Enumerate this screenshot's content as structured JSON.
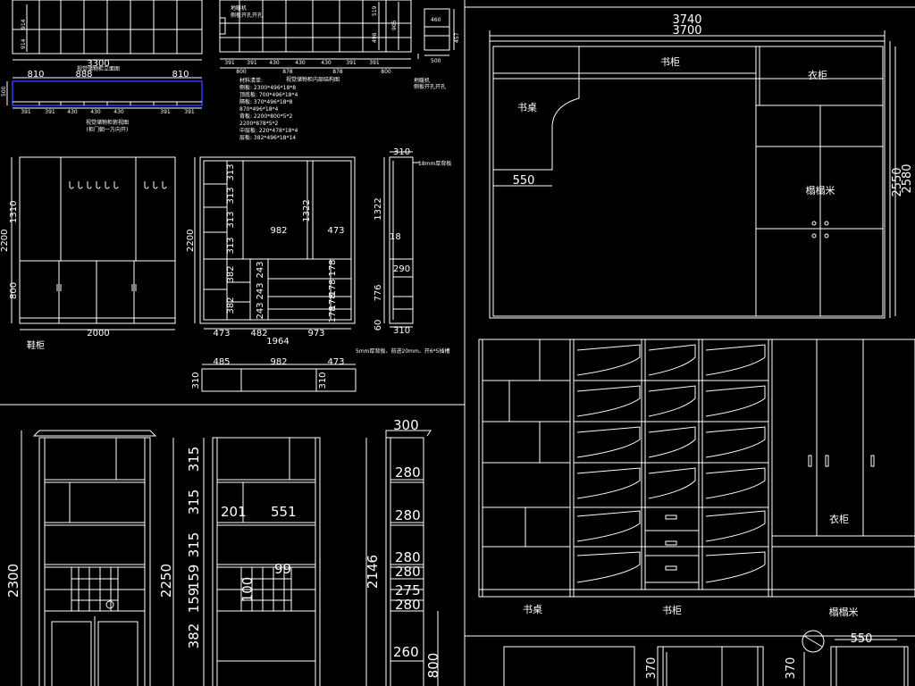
{
  "top_left": {
    "front_dims": [
      "914",
      "914"
    ],
    "total_width": "3300",
    "front_caption": "视觉储物柜立面图",
    "plan_dims_top": [
      "810",
      "888",
      "810"
    ],
    "plan_depth": "500",
    "plan_dims_bottom": [
      "391",
      "391",
      "430",
      "430",
      "430",
      "391",
      "391"
    ],
    "plan_caption": "视觉储物柜俯视图",
    "plan_caption_note": "(柜门朝一方向开)"
  },
  "top_middle": {
    "note_top": "地暖机",
    "note_top2": "侧板开孔开孔",
    "right_dims": [
      "519",
      "498",
      "905"
    ],
    "bottom_dims": [
      "391",
      "391",
      "430",
      "430",
      "430",
      "391",
      "391"
    ],
    "bottom_dims2": [
      "800",
      "878",
      "878",
      "800"
    ],
    "caption": "视觉储物柜内部结构图",
    "material_lines": [
      "材料清单:",
      "侧板: 2300*496*18*8",
      "顶底板: 700*496*18*4",
      "隔板: 370*496*18*8",
      "     870*496*18*4",
      "背板: 2200*800*5*2",
      "      2200*878*5*2",
      "中层板: 220*478*18*4",
      "层板: 382*496*18*14"
    ]
  },
  "small_side": {
    "dims": [
      "460",
      "457",
      "500"
    ],
    "note": "地暖机",
    "note2": "侧板开孔开孔"
  },
  "shoe_cabinet": {
    "height": "2200",
    "upper": "1310",
    "lower": "800",
    "width": "2000",
    "name": "鞋柜"
  },
  "shoe_inner": {
    "height": "2200",
    "shelf_dims": [
      "313",
      "313",
      "313",
      "313",
      "382",
      "382"
    ],
    "drawer_dims": [
      "243",
      "243",
      "243"
    ],
    "right_dims": [
      "178",
      "178",
      "178",
      "178"
    ],
    "mid_width": "982",
    "right_width": "473",
    "tall_dim": "1322",
    "bottom_widths": [
      "473",
      "482",
      "973"
    ],
    "total": "1964",
    "plan_widths": [
      "485",
      "982",
      "473"
    ],
    "plan_depth": [
      "310",
      "310"
    ]
  },
  "shoe_side": {
    "top": "310",
    "note": "18mm厚背板",
    "tall": "1322",
    "t18": "18",
    "p290": "290",
    "p776": "776",
    "p60": "60",
    "bottom": "310",
    "note2": "5mm厚背板、前进20mm、开6*5插槽"
  },
  "wine_cabinet": {
    "height": "2300"
  },
  "wine_inner": {
    "height": "2250",
    "dims": [
      "315",
      "315",
      "315",
      "159",
      "159",
      "382"
    ],
    "w201": "201",
    "w551": "551",
    "d99": "99",
    "d100": "100"
  },
  "wine_side": {
    "top": "300",
    "dims": [
      "280",
      "280",
      "280",
      "280",
      "275",
      "280",
      "260"
    ],
    "total": "2146",
    "bottom": "800"
  },
  "room_plan": {
    "outer_width": "3740",
    "inner_width": "3700",
    "desk": "书桌",
    "bookshelf": "书柜",
    "wardrobe": "衣柜",
    "tatami": "榻榻米",
    "desk_depth": "550",
    "outer_height": "2550",
    "inner_height": "2580"
  },
  "elevation": {
    "desk": "书桌",
    "bookshelf": "书柜",
    "tatami": "榻榻米",
    "wardrobe": "衣柜"
  },
  "bottom_right": {
    "d370a": "370",
    "d370b": "370",
    "d550": "550"
  }
}
